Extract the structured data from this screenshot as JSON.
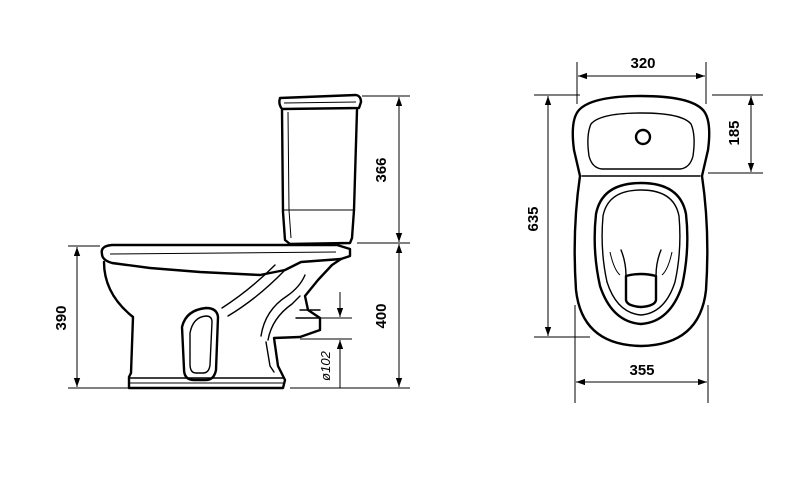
{
  "side_view": {
    "tank_height": "366",
    "seat_height": "400",
    "bowl_height": "390",
    "outlet_diameter": "ø102"
  },
  "top_view": {
    "tank_width": "320",
    "tank_depth": "185",
    "total_length": "635",
    "bowl_width": "355"
  }
}
